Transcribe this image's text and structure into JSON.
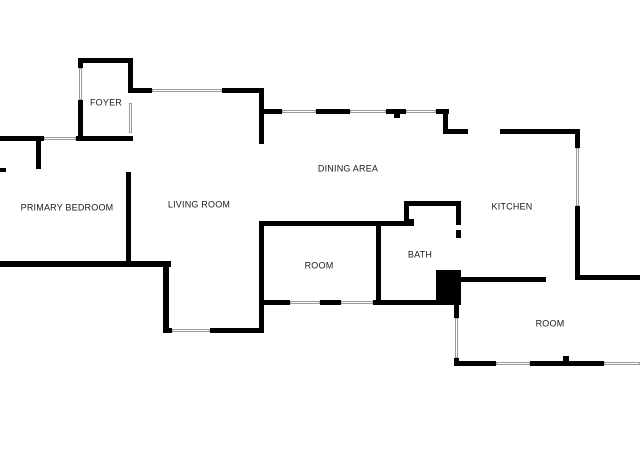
{
  "rooms": {
    "foyer": "FOYER",
    "primary_bedroom": "PRIMARY BEDROOM",
    "living_room": "LIVING ROOM",
    "dining_area": "DINING AREA",
    "kitchen": "KITCHEN",
    "room_center": "ROOM",
    "bath": "BATH",
    "room_lower_right": "ROOM"
  },
  "colors": {
    "wall": "#000000",
    "window_frame": "#9a9a9a",
    "background": "#ffffff"
  }
}
